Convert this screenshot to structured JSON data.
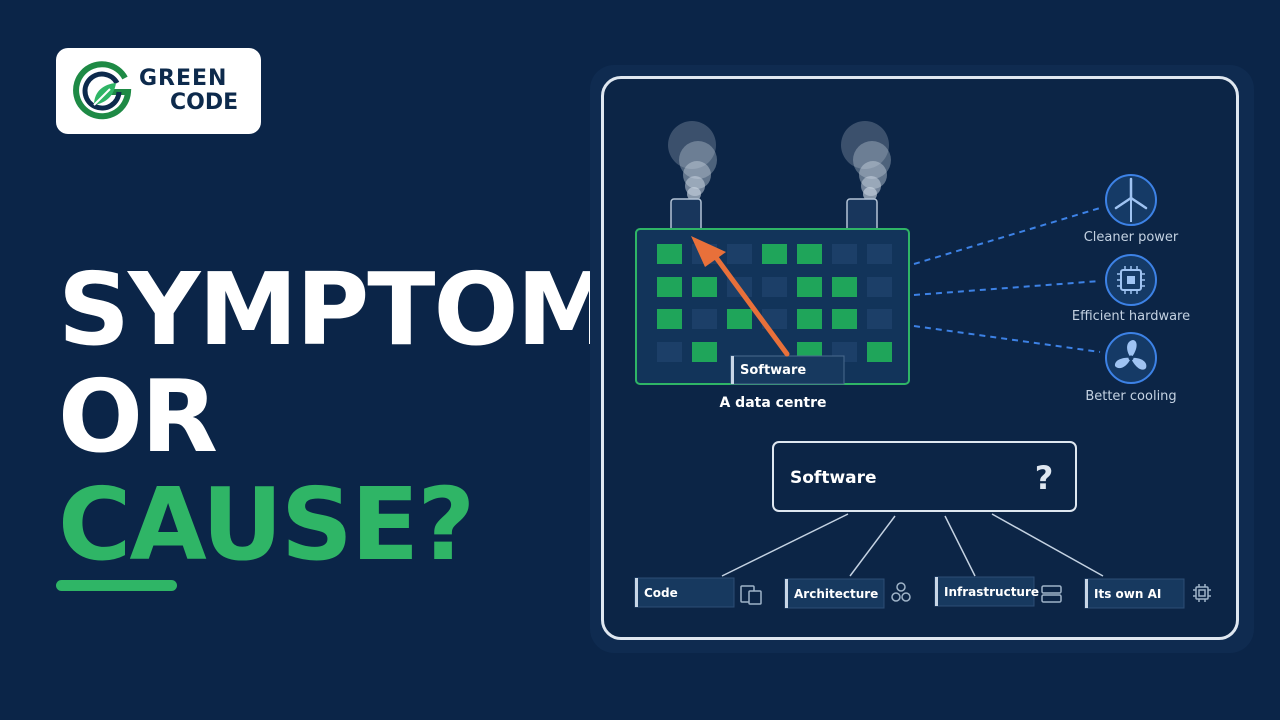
{
  "brand": {
    "line1": "GREEN",
    "line2": "CODE"
  },
  "headline": {
    "line1": "SYMPTOM",
    "line2": "OR",
    "line3": "CAUSE?"
  },
  "colors": {
    "accent": "#2fb566",
    "background": "#0b2548",
    "dashed": "#3d82e6",
    "arrow": "#e8703a"
  },
  "diagram": {
    "datacentre_label": "A data centre",
    "software_tag": "Software",
    "icons": [
      {
        "label": "Cleaner power",
        "icon": "wind-turbine-icon"
      },
      {
        "label": "Efficient hardware",
        "icon": "chip-icon"
      },
      {
        "label": "Better cooling",
        "icon": "fan-icon"
      }
    ],
    "software_box": {
      "label": "Software",
      "mark": "?"
    },
    "bottom": [
      {
        "label": "Code",
        "icon": "devices-icon"
      },
      {
        "label": "Architecture",
        "icon": "nodes-icon"
      },
      {
        "label": "Infrastructure",
        "icon": "server-icon"
      },
      {
        "label": "Its own AI",
        "icon": "chip-icon"
      }
    ]
  }
}
